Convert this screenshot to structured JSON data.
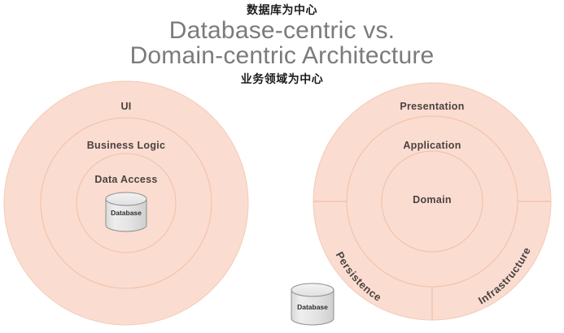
{
  "header": {
    "zh_top": "数据库为中心",
    "zh_bottom": "业务领域为中心",
    "title_line_1": "Database-centric vs.",
    "title_line_2": "Domain-centric Architecture"
  },
  "colors": {
    "ring_fill": "#fbdcd0",
    "ring_stroke": "#f0c4ae",
    "divider": "#f2cdb9",
    "label_text": "#4a4240",
    "title_text": "#7b7b7b",
    "zh_text": "#1c1c1c",
    "cylinder_fill": "#e4e4e4",
    "cylinder_top": "#ededed",
    "cylinder_stroke": "#8a8a8a",
    "background": "#ffffff"
  },
  "left_diagram": {
    "name": "database-centric-architecture",
    "rings": [
      {
        "label": "UI",
        "order": 1
      },
      {
        "label": "Business Logic",
        "order": 2
      },
      {
        "label": "Data Access",
        "order": 3
      }
    ],
    "cylinder": {
      "label": "Database"
    }
  },
  "right_diagram": {
    "name": "domain-centric-architecture",
    "rings": [
      {
        "label": "Presentation",
        "order": 1
      },
      {
        "label": "Application",
        "order": 2
      },
      {
        "label": "Domain",
        "order": 3
      }
    ],
    "arc_segments": [
      {
        "label": "Persistence",
        "position": "lower-left"
      },
      {
        "label": "Infrastructure",
        "position": "lower-right"
      }
    ],
    "cylinder": {
      "label": "Database"
    }
  }
}
